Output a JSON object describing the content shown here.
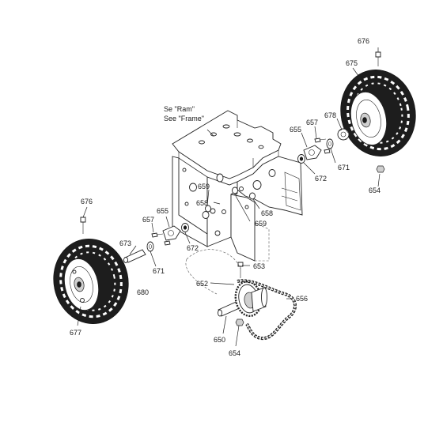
{
  "notes": {
    "ram": "Se \"Ram\"",
    "frame": "See \"Frame\""
  },
  "labels": {
    "p676_top": "676",
    "p675": "675",
    "p678": "678",
    "p657_right": "657",
    "p655_right": "655",
    "p671_right": "671",
    "p672_right": "672",
    "p654_right": "654",
    "p659_upper": "659",
    "p658_left": "658",
    "p658_right": "658",
    "p659_lower": "659",
    "p676_left": "676",
    "p657_left": "657",
    "p655_left": "655",
    "p673": "673",
    "p672_left": "672",
    "p671_left": "671",
    "p653": "653",
    "p652": "652",
    "p656": "656",
    "p680": "680",
    "p650": "650",
    "p654_bottom": "654",
    "p677": "677"
  }
}
